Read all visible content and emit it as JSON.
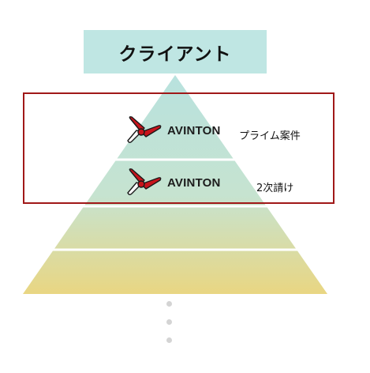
{
  "client": {
    "title": "クライアント"
  },
  "tiers": [
    {
      "brand": "AVINTON",
      "label": "プライム案件"
    },
    {
      "brand": "AVINTON",
      "label": "2次請け"
    }
  ],
  "icons": {
    "brand_logo": "avinton-boomerang-logo",
    "continuation": "vertical-ellipsis-dots"
  },
  "colors": {
    "client_box": "#bfe6e3",
    "pyramid_top": "#b8e2de",
    "pyramid_bottom": "#e9d682",
    "highlight_frame": "#a01818",
    "logo_red": "#c8141c"
  }
}
